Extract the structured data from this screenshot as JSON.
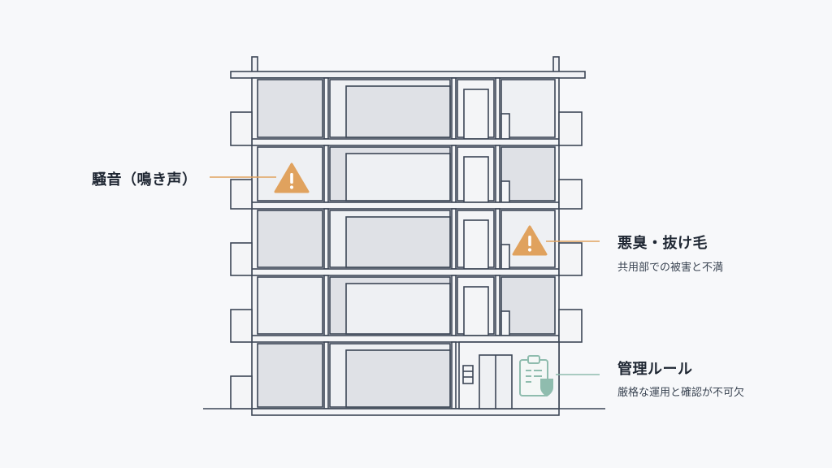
{
  "callouts": {
    "noise": {
      "title": "騒音（鳴き声）"
    },
    "odor": {
      "title": "悪臭・抜け毛",
      "subtitle": "共用部での被害と不満"
    },
    "rules": {
      "title": "管理ルール",
      "subtitle": "厳格な運用と確認が不可欠"
    }
  },
  "icons": {
    "warning": "warning-triangle-icon",
    "clipboard": "clipboard-shield-icon"
  },
  "colors": {
    "warning": "#e0a25e",
    "rules": "#8fbcae",
    "outline": "#3c4656",
    "fill_dark": "#dfe1e6",
    "fill_light": "#eef0f3"
  }
}
